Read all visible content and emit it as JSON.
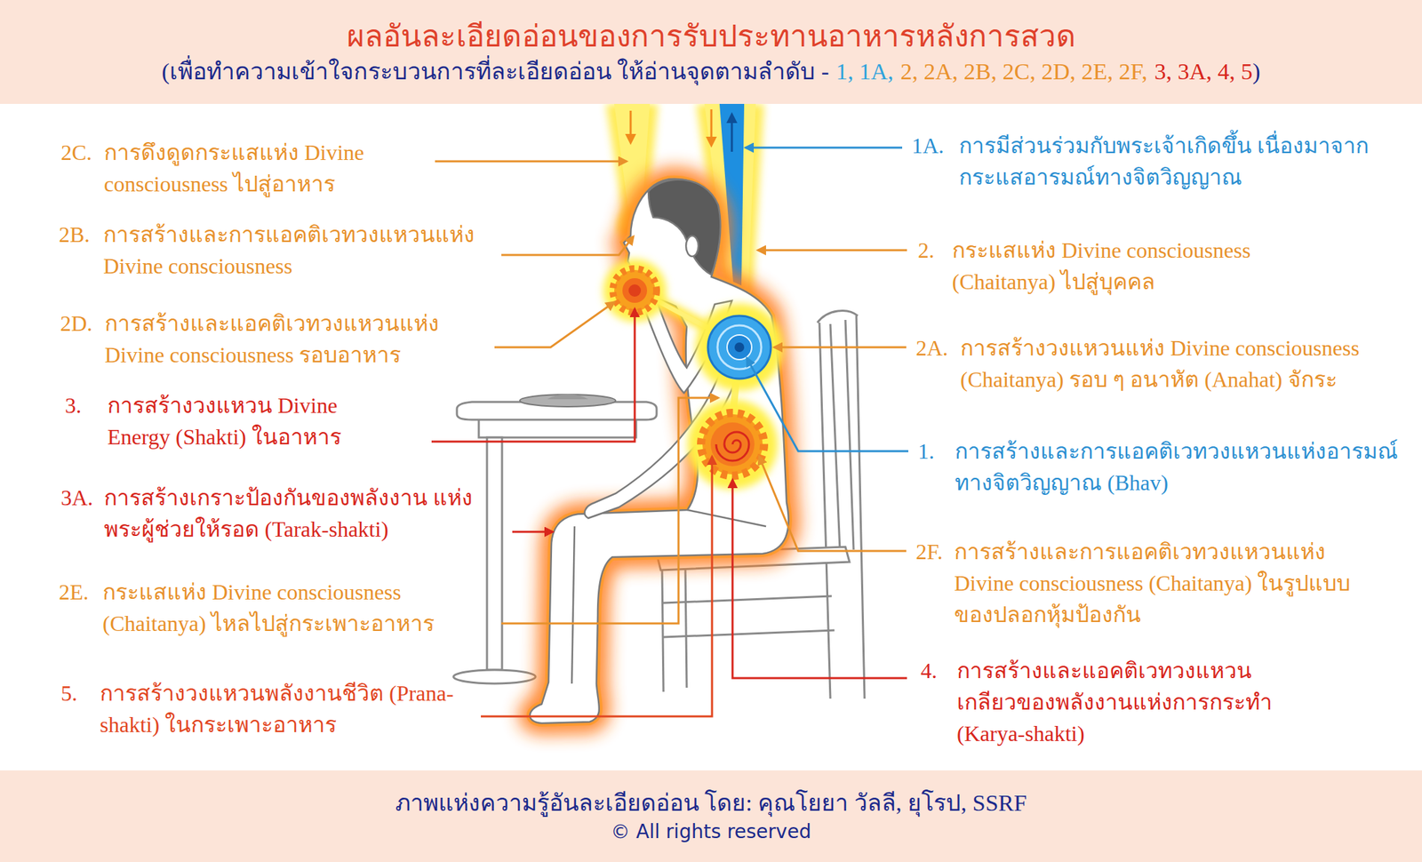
{
  "diagram": {
    "title": "ผลอันละเอียดอ่อนของการรับประทานอาหารหลังการสวด",
    "caption": "ภาพแห่งความรู้อันละเอียดอ่อน โดย: คุณโยยา วัลลี, ยุโรป, SSRF",
    "labels": [
      "(เพื่อทำความเข้าใจกระบวนการที่ละเอียดอ่อน ให้อ่านจุดตามลำดับ -",
      "1, 1A,",
      "2, 2A, 2B, 2C, 2D, 2E, 2F,",
      "3, 3A, 4, 5",
      ")",
      "2C.",
      "การดึงดูดกระแสแห่ง Divine consciousness ไปสู่อาหาร",
      "2B.",
      "การสร้างและการแอคติเวทวงแหวนแห่ง Divine consciousness",
      "2D.",
      "การสร้างและแอคติเวทวงแหวนแห่ง Divine consciousness รอบอาหาร",
      "3.",
      "การสร้างวงแหวน Divine Energy (Shakti) ในอาหาร",
      "3A.",
      "การสร้างเกราะป้องกันของพลังงาน แห่งพระผู้ช่วยให้รอด (Tarak-shakti)",
      "2E.",
      "กระแสแห่ง Divine consciousness (Chaitanya) ไหลไปสู่กระเพาะอาหาร",
      "5.",
      "การสร้างวงแหวนพลังงานชีวิต (Prana-shakti) ในกระเพาะอาหาร",
      "1A.",
      "การมีส่วนร่วมกับพระเจ้าเกิดขึ้น เนื่องมาจากกระแสอารมณ์ทางจิตวิญญาณ",
      "2.",
      "กระแสแห่ง Divine consciousness (Chaitanya) ไปสู่บุคคล",
      "2A.",
      "การสร้างวงแหวนแห่ง Divine consciousness (Chaitanya) รอบ ๆ อนาหัต (Anahat) จักระ",
      "1.",
      "การสร้างและการแอคติเวทวงแหวนแห่งอารมณ์ ทางจิตวิญญาณ (Bhav)",
      "2F.",
      "การสร้างและการแอคติเวทวงแหวนแห่ง Divine consciousness (Chaitanya) ในรูปแบบของปลอกหุ้มป้องกัน",
      "4.",
      "การสร้างและแอคติเวทวงแหวน เกลียวของพลังงานแห่งการกระทำ (Karya-shakti)",
      "© All rights reserved"
    ]
  }
}
